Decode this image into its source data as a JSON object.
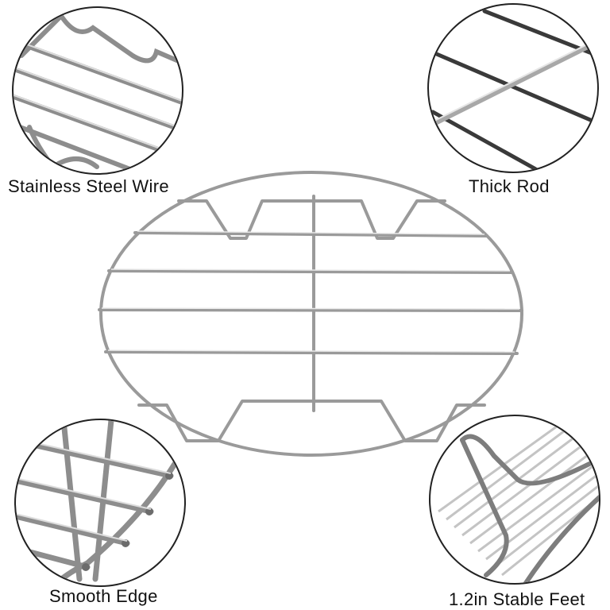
{
  "features": [
    {
      "label": "Stainless Steel Wire"
    },
    {
      "label": "Thick Rod"
    },
    {
      "label": "Smooth Edge"
    },
    {
      "label": "1.2in Stable Feet"
    }
  ],
  "colors": {
    "background": "#ffffff",
    "wire": "#9a9a9a",
    "wire_dark": "#3a3a3a",
    "outline": "#222222",
    "text": "#111111"
  }
}
